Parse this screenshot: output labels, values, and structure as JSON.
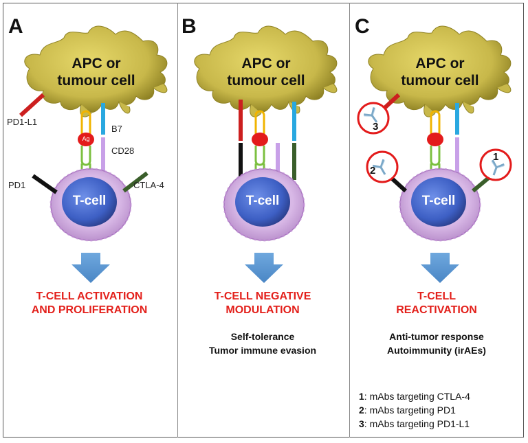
{
  "panels": [
    {
      "letter": "A",
      "cell_title": [
        "APC or",
        "tumour cell"
      ],
      "tcell": "T-cell",
      "labels": {
        "pdl1": "PD1-L1",
        "b7": "B7",
        "cd28": "CD28",
        "pd1": "PD1",
        "ctla4": "CTLA-4",
        "ag": "Ag"
      },
      "outcome": [
        "T-CELL ACTIVATION",
        "AND PROLIFERATION"
      ],
      "sub": []
    },
    {
      "letter": "B",
      "cell_title": [
        "APC or",
        "tumour cell"
      ],
      "tcell": "T-cell",
      "outcome": [
        "T-CELL NEGATIVE",
        "MODULATION"
      ],
      "sub": [
        "Self-tolerance",
        "Tumor immune evasion"
      ]
    },
    {
      "letter": "C",
      "cell_title": [
        "APC or",
        "tumour cell"
      ],
      "tcell": "T-cell",
      "outcome": [
        "T-CELL",
        "REACTIVATION"
      ],
      "sub": [
        "Anti-tumor response",
        "Autoimmunity (irAEs)"
      ],
      "antibody_numbers": [
        "1",
        "2",
        "3"
      ],
      "legend": [
        {
          "num": "1",
          "text": ": mAbs targeting CTLA-4"
        },
        {
          "num": "2",
          "text": ": mAbs targeting PD1"
        },
        {
          "num": "3",
          "text": ": mAbs targeting PD1-L1"
        }
      ]
    }
  ],
  "colors": {
    "apc": "#c8b84a",
    "tcell": "#3d5fc4",
    "tcell_membrane": "#c9a3d8",
    "arrow": "#5b9bd5",
    "red_text": "#e3201b",
    "pdl1": "#cc1f1f",
    "b7": "#29a8e0",
    "cd28": "#c8a0e8",
    "pd1": "#111111",
    "ctla4": "#3a5e2a",
    "mhc": "#f0b400",
    "tcr": "#7cc040",
    "antigen": "#e31b1b"
  }
}
